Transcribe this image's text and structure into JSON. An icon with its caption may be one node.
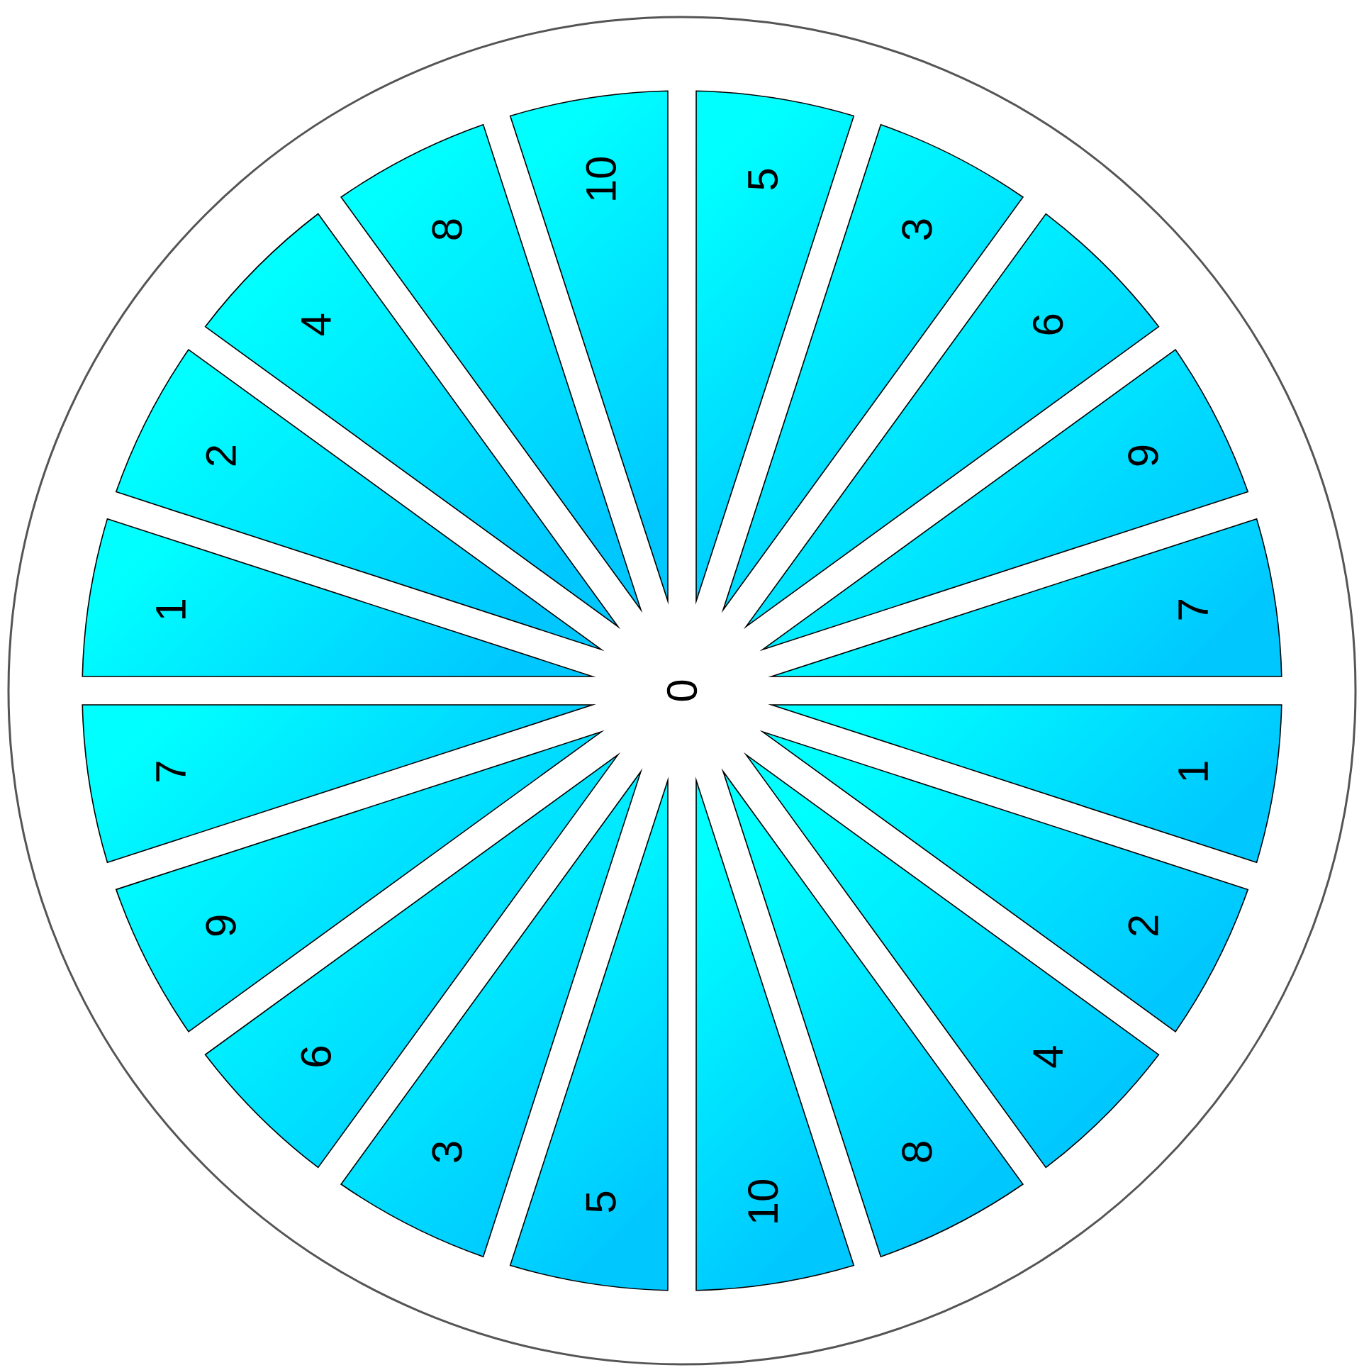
{
  "diagram": {
    "nodes": [
      {
        "text": [
          "5"
        ]
      },
      {
        "text": [
          "3"
        ]
      },
      {
        "text": [
          "6"
        ]
      },
      {
        "text": [
          "9"
        ]
      },
      {
        "text": [
          "7"
        ]
      },
      {
        "text": [
          "1"
        ]
      },
      {
        "text": [
          "2"
        ]
      },
      {
        "text": [
          "4"
        ]
      },
      {
        "text": [
          "8"
        ]
      },
      {
        "text": [
          "10"
        ]
      },
      {
        "text": [
          "5"
        ]
      },
      {
        "text": [
          "3"
        ]
      },
      {
        "text": [
          "6"
        ]
      },
      {
        "text": [
          "9"
        ]
      },
      {
        "text": [
          "7"
        ]
      },
      {
        "text": [
          "1"
        ]
      },
      {
        "text": [
          "2"
        ]
      },
      {
        "text": [
          "4"
        ]
      },
      {
        "text": [
          "8"
        ]
      },
      {
        "text": [
          "10"
        ]
      }
    ],
    "labels": [
      "0"
    ]
  }
}
